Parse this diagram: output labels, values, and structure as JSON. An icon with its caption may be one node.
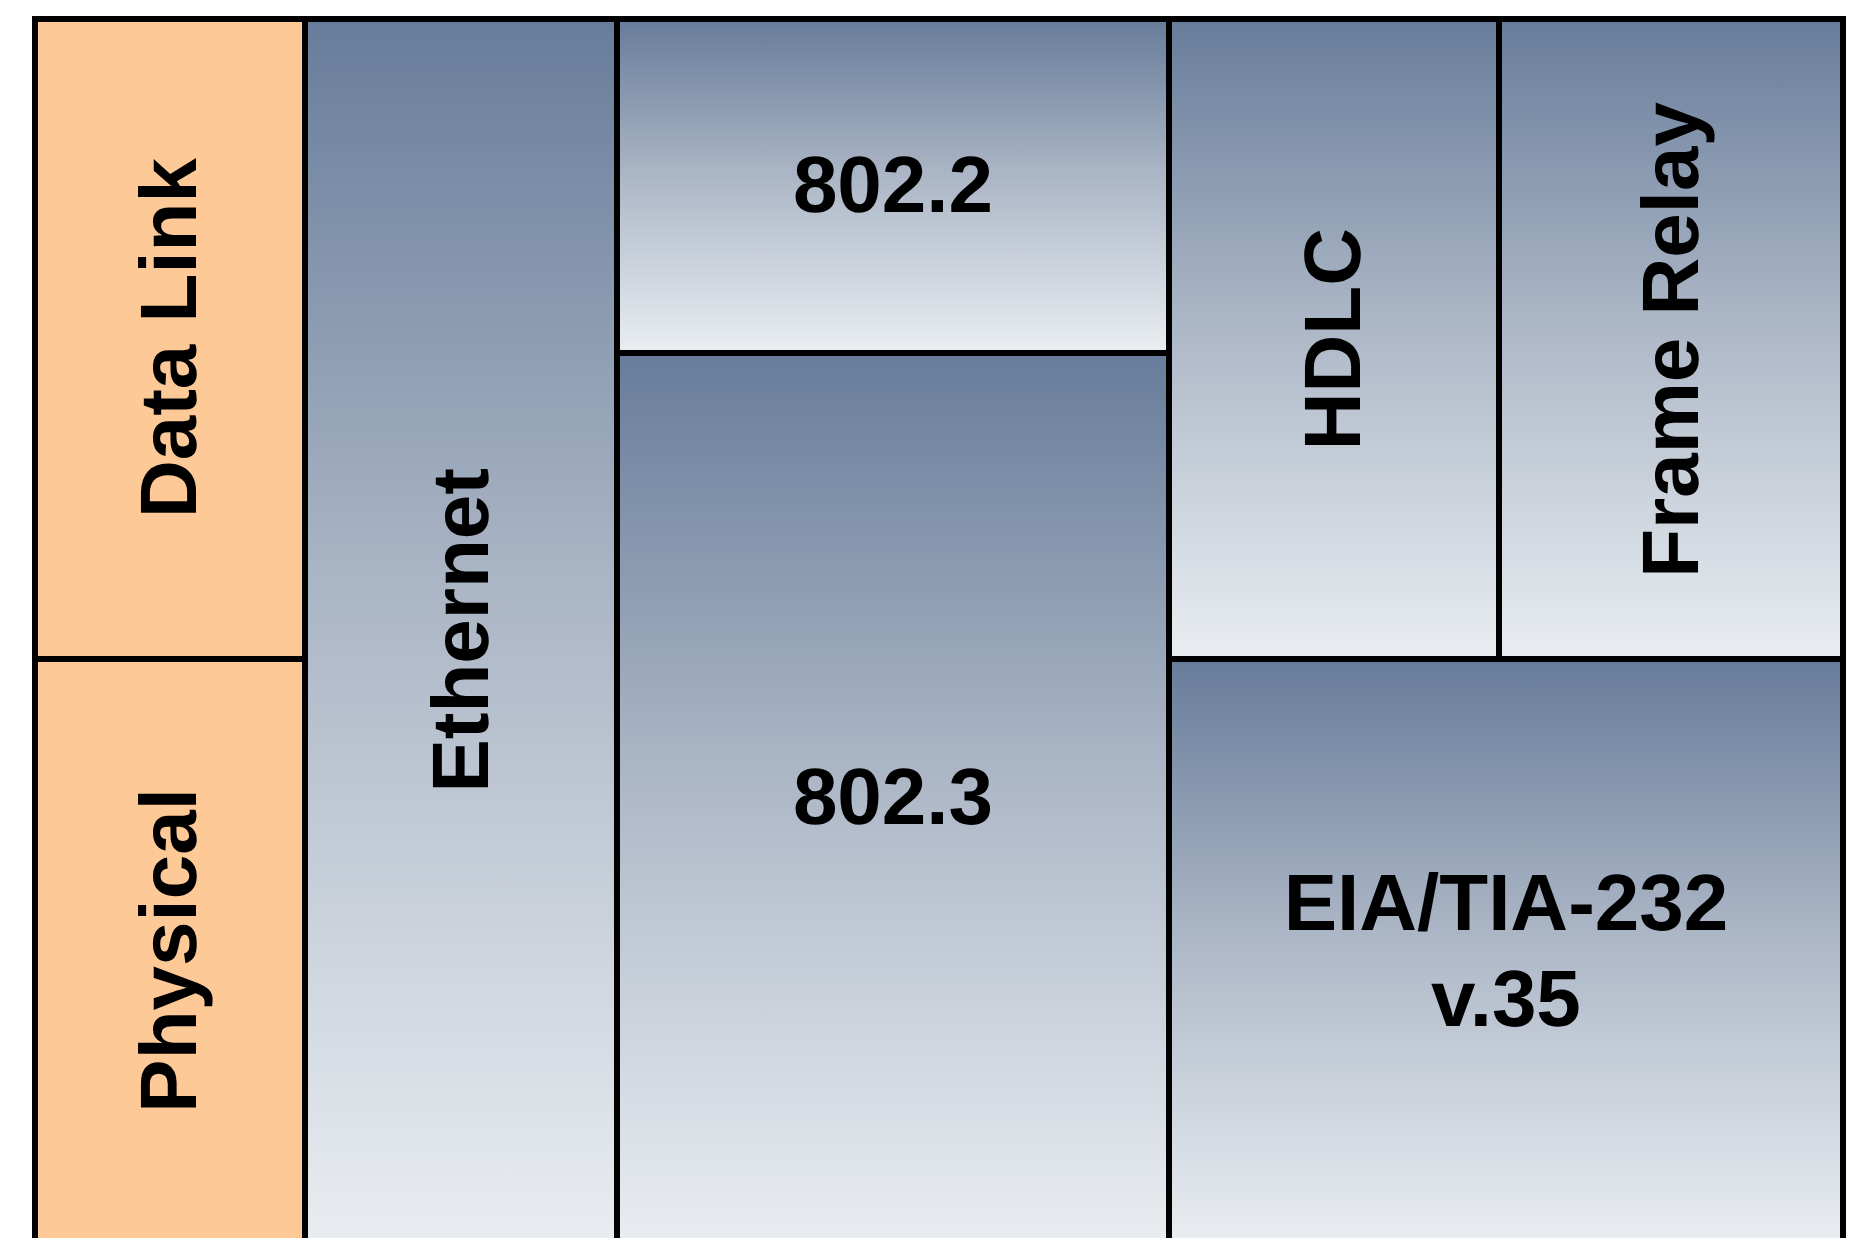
{
  "diagram": {
    "nodes": [
      {
        "text": [
          "Data Link"
        ]
      },
      {
        "text": [
          "Physical"
        ]
      },
      {
        "text": [
          "Ethernet"
        ]
      },
      {
        "text": [
          "802.2"
        ]
      },
      {
        "text": [
          "802.3"
        ]
      },
      {
        "text": [
          "HDLC"
        ]
      },
      {
        "text": [
          "Frame Relay"
        ]
      },
      {
        "text": [
          "EIA/TIA-232 v.35"
        ]
      }
    ]
  }
}
